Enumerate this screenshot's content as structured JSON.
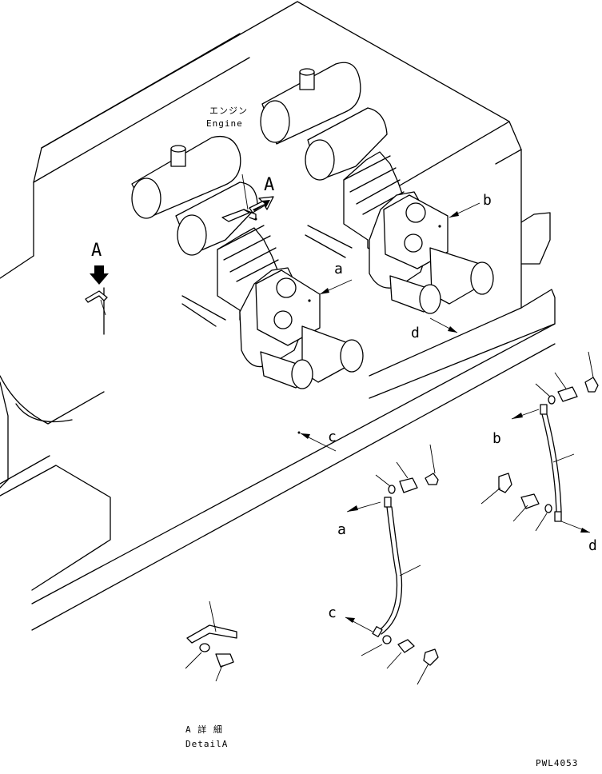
{
  "engine_label": {
    "jp": "エンジン",
    "en": "Engine"
  },
  "view_arrow_label": "A",
  "view_arrow_label_2": "A",
  "callouts": {
    "a": "a",
    "b": "b",
    "c": "c",
    "d": "d"
  },
  "detail": {
    "jp": "A  詳  細",
    "en": "DetailA"
  },
  "drawing_number": "PWL4053"
}
